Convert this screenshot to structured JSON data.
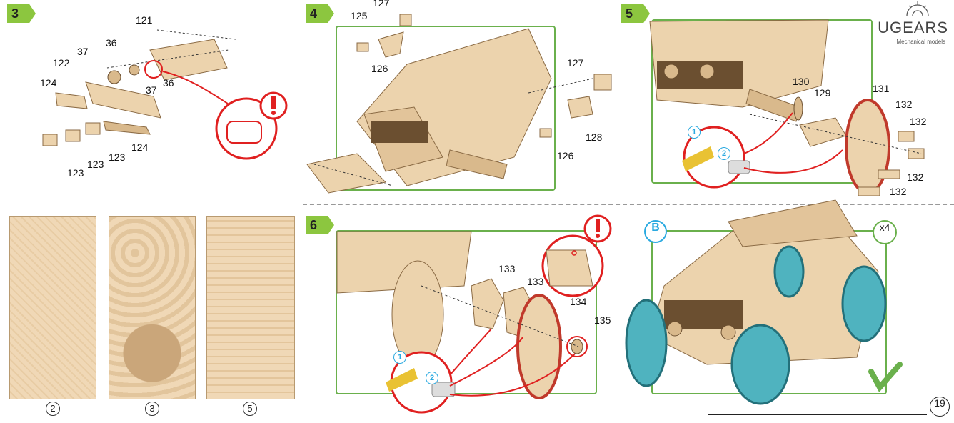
{
  "brand": {
    "name": "UGEARS",
    "tagline": "Mechanical models"
  },
  "page_number": "19",
  "steps": [
    {
      "number": "3",
      "labels": [
        "121",
        "36",
        "37",
        "122",
        "124",
        "37",
        "36",
        "124",
        "123",
        "123",
        "123",
        "124"
      ]
    },
    {
      "number": "4",
      "labels": [
        "127",
        "125",
        "126",
        "127",
        "128",
        "126"
      ]
    },
    {
      "number": "5",
      "labels": [
        "130",
        "129",
        "131",
        "132",
        "132",
        "132",
        "132"
      ]
    },
    {
      "number": "6",
      "labels": [
        "133",
        "133",
        "134",
        "135"
      ]
    }
  ],
  "glue_steps": {
    "step5": [
      "1",
      "2"
    ],
    "step6": [
      "1",
      "2"
    ]
  },
  "sheets": [
    {
      "number": "2"
    },
    {
      "number": "3"
    },
    {
      "number": "5"
    }
  ],
  "final": {
    "badge": "B",
    "multiplier": "x4"
  },
  "colors": {
    "accent_green": "#8cc63f",
    "frame_green": "#6ab04c",
    "warning_red": "#e02020",
    "badge_blue": "#29a9e0",
    "track_teal": "#4fb3bf",
    "wood": "#ecd3ad"
  }
}
